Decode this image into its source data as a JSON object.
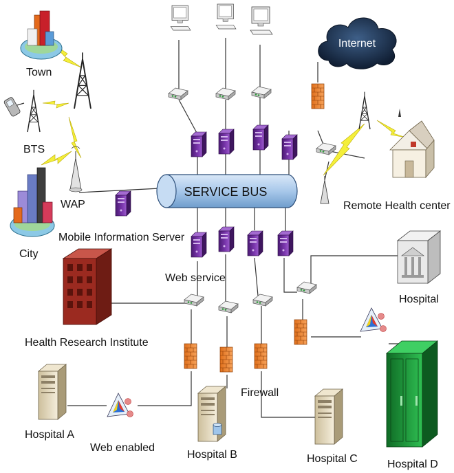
{
  "labels": {
    "town": "Town",
    "bts": "BTS",
    "wap": "WAP",
    "city": "City",
    "mobile_info_server": "Mobile Information Server",
    "service_bus": "SERVICE BUS",
    "internet": "Internet",
    "remote_health_center": "Remote Health center",
    "web_service": "Web service",
    "hospital": "Hospital",
    "health_research_institute": "Health Research Institute",
    "firewall": "Firewall",
    "hospital_a": "Hospital A",
    "web_enabled": "Web enabled",
    "hospital_b": "Hospital B",
    "hospital_c": "Hospital C",
    "hospital_d": "Hospital D"
  },
  "colors": {
    "server_purple": "#6a2a9a",
    "firewall_orange": "#f28a2e",
    "bus_blue": "#a8c8ea",
    "cloud_dark": "#1d3557",
    "institute_red": "#9b2a20",
    "hospital_d_green": "#1f9a3a",
    "lightning_yellow": "#f4ef3a"
  },
  "icons": [
    "town-icon",
    "city-icon",
    "cell-tower-icon",
    "wap-antenna-icon",
    "mobile-phone-icon",
    "pc-icon",
    "router-icon",
    "server-icon",
    "firewall-icon",
    "cloud-icon",
    "house-icon",
    "bank-building-icon",
    "office-building-icon",
    "tower-server-icon",
    "rack-server-icon",
    "web-enabled-icon"
  ]
}
